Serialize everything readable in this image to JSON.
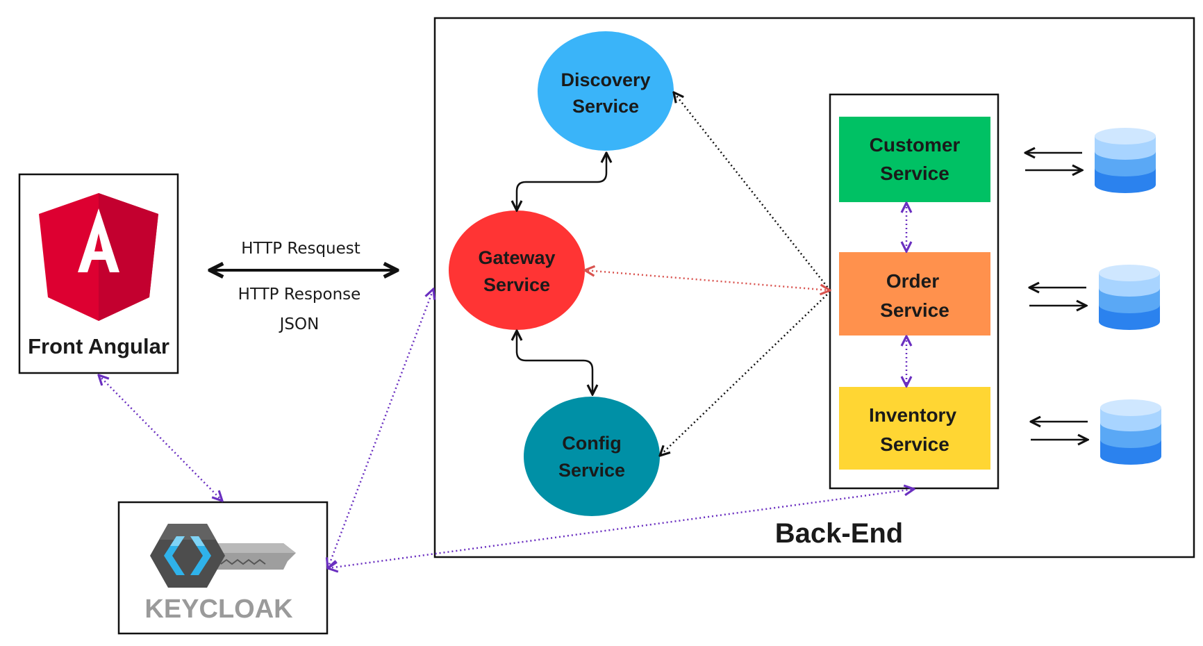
{
  "frontend": {
    "label": "Front Angular",
    "logo_letter": "A"
  },
  "keycloak": {
    "label": "KEYCLOAK"
  },
  "http": {
    "request": "HTTP Resquest",
    "response": "HTTP Response",
    "format": "JSON"
  },
  "backend": {
    "label": "Back-End",
    "discovery": {
      "line1": "Discovery",
      "line2": "Service",
      "color": "#3ab4f9"
    },
    "gateway": {
      "line1": "Gateway",
      "line2": "Service",
      "color": "#ff3434"
    },
    "config": {
      "line1": "Config",
      "line2": "Service",
      "color": "#0090a6"
    },
    "customer": {
      "line1": "Customer",
      "line2": "Service",
      "color": "#00c164"
    },
    "order": {
      "line1": "Order",
      "line2": "Service",
      "color": "#ff914d"
    },
    "inventory": {
      "line1": "Inventory",
      "line2": "Service",
      "color": "#ffd633"
    }
  },
  "colors": {
    "angular_red": "#dd0031",
    "angular_dark_red": "#c3002f",
    "purple_link": "#6a2fc0",
    "red_link": "#d9534f",
    "db_light": "#a8d4ff",
    "db_mid": "#5aa8f5",
    "db_dark": "#2b82ee"
  },
  "icons": [
    "angular-logo-icon",
    "keycloak-key-icon",
    "database-icon"
  ]
}
